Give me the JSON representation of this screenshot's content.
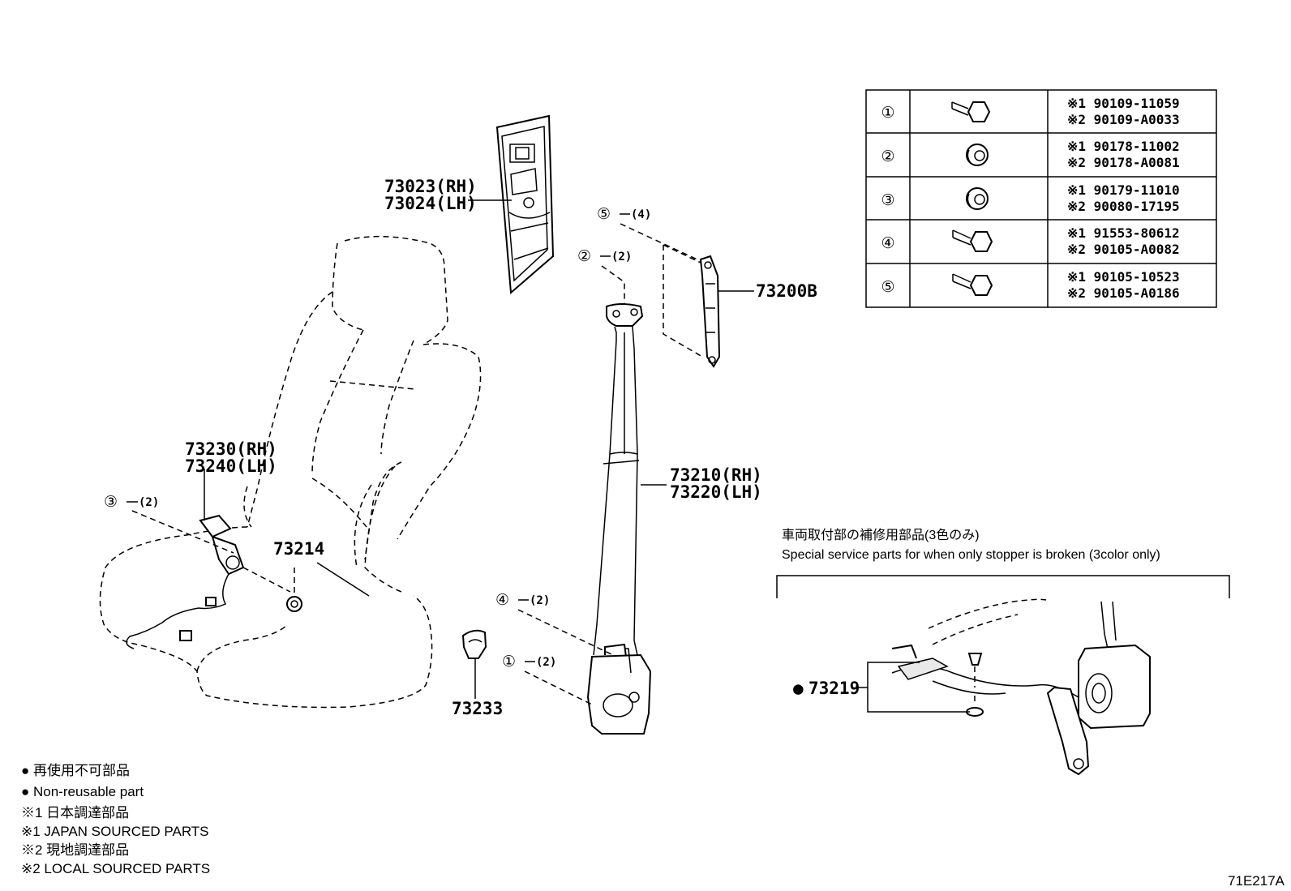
{
  "figure_code": "71E217A",
  "part_labels": {
    "p73023": "73023(RH)",
    "p73024": "73024(LH)",
    "p73200B": "73200B",
    "p73230": "73230(RH)",
    "p73240": "73240(LH)",
    "p73214": "73214",
    "p73210": "73210(RH)",
    "p73220": "73220(LH)",
    "p73233": "73233",
    "p73219": "73219"
  },
  "callouts": [
    {
      "num": "⑤",
      "qty": "(4)"
    },
    {
      "num": "②",
      "qty": "(2)"
    },
    {
      "num": "③",
      "qty": "(2)"
    },
    {
      "num": "④",
      "qty": "(2)"
    },
    {
      "num": "①",
      "qty": "(2)"
    }
  ],
  "fastener_table": [
    {
      "num": "①",
      "icon": "bolt-icon",
      "jp": "※1 90109-11059",
      "local": "※2 90109-A0033"
    },
    {
      "num": "②",
      "icon": "nut-icon",
      "jp": "※1 90178-11002",
      "local": "※2 90178-A0081"
    },
    {
      "num": "③",
      "icon": "nut-icon",
      "jp": "※1 90179-11010",
      "local": "※2 90080-17195"
    },
    {
      "num": "④",
      "icon": "bolt-icon",
      "jp": "※1 91553-80612",
      "local": "※2 90105-A0082"
    },
    {
      "num": "⑤",
      "icon": "bolt-icon",
      "jp": "※1 90105-10523",
      "local": "※2 90105-A0186"
    }
  ],
  "service_box": {
    "title_jp": "車両取付部の補修用部品(3色のみ)",
    "title_en": "Special service parts for when only stopper is broken (3color only)"
  },
  "legend": [
    "● 再使用不可部品",
    "● Non-reusable part",
    "※1 日本調達部品",
    "※1 JAPAN SOURCED PARTS",
    "※2 現地調達部品",
    "※2 LOCAL SOURCED PARTS"
  ],
  "nonreusable_mark": "●"
}
